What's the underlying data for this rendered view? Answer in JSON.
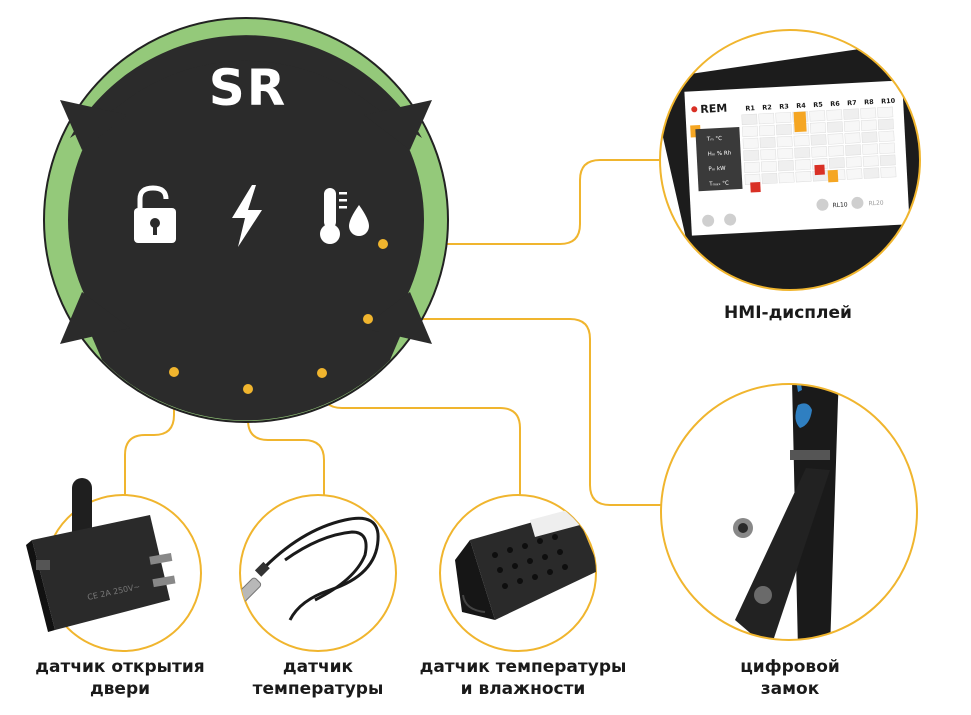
{
  "brand": {
    "logo_text": "SR"
  },
  "controller_icons": [
    "lock-icon",
    "lightning-icon",
    "thermometer-drop-icon"
  ],
  "hmi": {
    "logo": "REM",
    "columns": [
      "R1",
      "R2",
      "R3",
      "R4",
      "R5",
      "R6",
      "R7",
      "R8",
      "R10"
    ],
    "sidebar_rows": [
      "Tₘ °C",
      "Hₘ % Rh",
      "Pₘ kW",
      "Tₘₐₓ °C"
    ],
    "badge": "REM",
    "nav_labels": [
      "RL10",
      "RL20"
    ]
  },
  "captions": {
    "hmi": [
      "HMI-дисплей"
    ],
    "door_sensor": [
      "датчик открытия",
      "двери"
    ],
    "temp_sensor": [
      "датчик",
      "температуры"
    ],
    "temp_humidity_sensor": [
      "датчик температуры",
      "и влажности"
    ],
    "digital_lock": [
      "цифровой",
      "замок"
    ]
  },
  "colors": {
    "ring_green": "#94c97a",
    "controller_dark": "#2b2b2b",
    "connector": "#f0b52e",
    "alert_orange": "#f5a623",
    "alert_red": "#d93025"
  }
}
